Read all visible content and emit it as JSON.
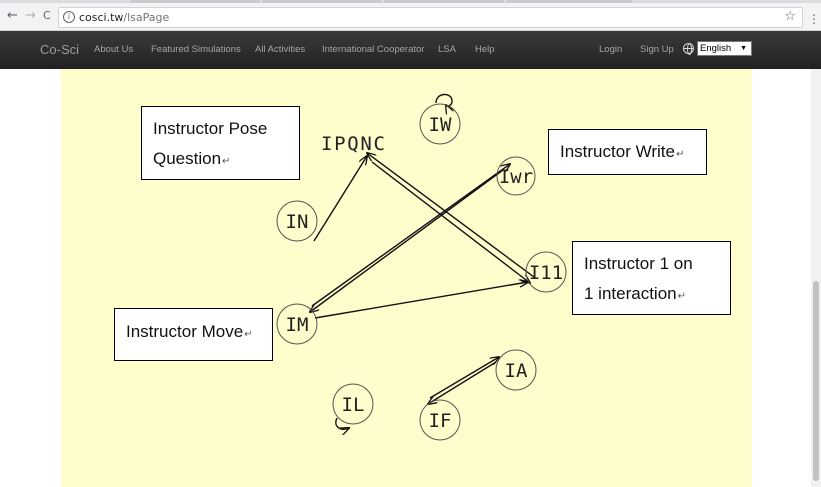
{
  "browser": {
    "back_glyph": "←",
    "forward_glyph": "→",
    "reload_glyph": "C",
    "info_glyph": "i",
    "url_host": "cosci.tw",
    "url_path": "/lsaPage",
    "star_glyph": "☆",
    "menu_glyph": "⋮"
  },
  "site_nav": {
    "brand": "Co-Sci",
    "links": [
      "About Us",
      "Featured Simulations",
      "All Activities",
      "International Cooperator",
      "LSA",
      "Help"
    ],
    "login": "Login",
    "signup": "Sign Up",
    "language": "English",
    "language_caret": "▼",
    "globe_icon": "globe-icon"
  },
  "diagram": {
    "background_color": "#fffdcc",
    "nodes": [
      {
        "id": "IW",
        "label": "IW"
      },
      {
        "id": "IPQNC",
        "label": "IPQNC"
      },
      {
        "id": "Iwr",
        "label": "Iwr"
      },
      {
        "id": "IN",
        "label": "IN"
      },
      {
        "id": "I11",
        "label": "I11"
      },
      {
        "id": "IM",
        "label": "IM"
      },
      {
        "id": "IA",
        "label": "IA"
      },
      {
        "id": "IL",
        "label": "IL"
      },
      {
        "id": "IF",
        "label": "IF"
      }
    ],
    "edges": [
      {
        "from": "IN",
        "to": "IPQNC"
      },
      {
        "from": "IPQNC",
        "to": "I11"
      },
      {
        "from": "I11",
        "to": "IPQNC"
      },
      {
        "from": "IM",
        "to": "Iwr"
      },
      {
        "from": "Iwr",
        "to": "IM"
      },
      {
        "from": "IM",
        "to": "I11"
      },
      {
        "from": "IF",
        "to": "IA"
      },
      {
        "from": "IA",
        "to": "IF"
      },
      {
        "from": "IW",
        "to": "IW"
      },
      {
        "from": "IL",
        "to": "IL"
      }
    ],
    "annotations": [
      {
        "id": "pose",
        "lines": [
          "Instructor Pose",
          "Question"
        ]
      },
      {
        "id": "write",
        "lines": [
          "Instructor Write"
        ]
      },
      {
        "id": "one-on-one",
        "lines": [
          "Instructor 1 on",
          "1 interaction"
        ]
      },
      {
        "id": "move",
        "lines": [
          "Instructor Move"
        ]
      }
    ],
    "paragraph_mark": "↵"
  }
}
